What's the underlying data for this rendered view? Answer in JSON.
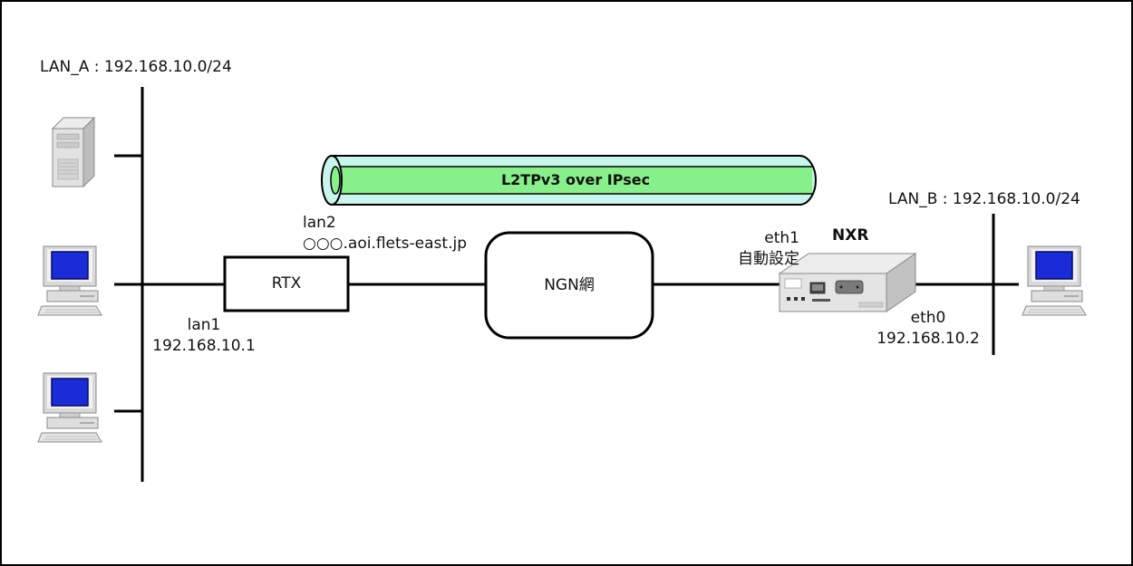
{
  "lan_a": {
    "label": "LAN_A : 192.168.10.0/24"
  },
  "lan_b": {
    "label": "LAN_B : 192.168.10.0/24"
  },
  "tunnel": {
    "label": "L2TPv3 over IPsec",
    "fill": "#88f08a",
    "outer_fill": "#c8f5ec"
  },
  "rtx": {
    "name": "RTX",
    "lan2_label": "lan2",
    "lan2_address": "○○○.aoi.flets-east.jp",
    "lan1_label": "lan1",
    "lan1_address": "192.168.10.1"
  },
  "ngn": {
    "name": "NGN網"
  },
  "nxr": {
    "name": "NXR",
    "eth1_label": "eth1",
    "eth1_setting": "自動設定",
    "eth0_label": "eth0",
    "eth0_address": "192.168.10.2"
  },
  "icons": {
    "server": "server-tower-icon",
    "pc": "desktop-pc-icon",
    "router": "nxr-router-icon"
  }
}
